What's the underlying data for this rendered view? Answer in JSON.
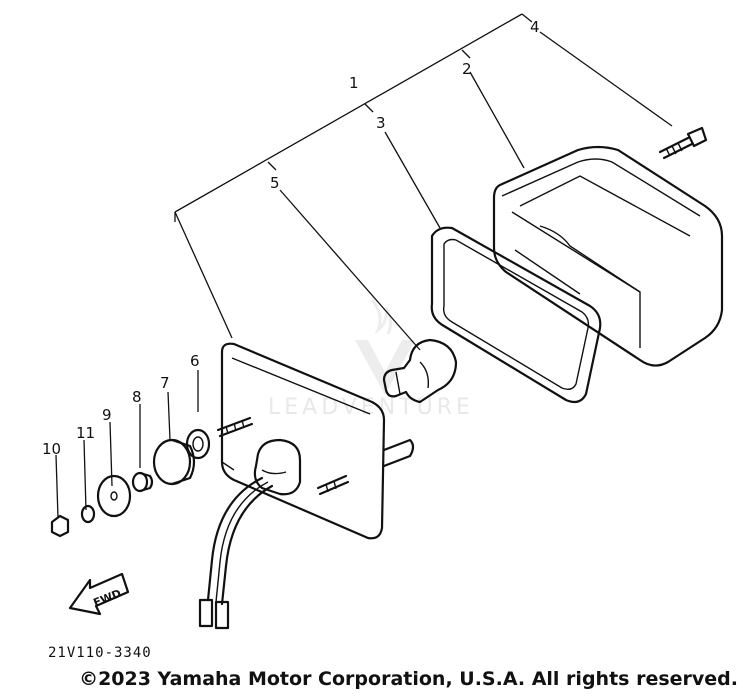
{
  "callouts": {
    "c1": "1",
    "c2": "2",
    "c3": "3",
    "c4": "4",
    "c5": "5",
    "c6": "6",
    "c7": "7",
    "c8": "8",
    "c9": "9",
    "c10": "10",
    "c11": "11"
  },
  "arrow_label": "FWD",
  "drawing_code": "21V110-3340",
  "copyright": "©2023 Yamaha Motor Corporation, U.S.A. All rights reserved.",
  "watermark": "LEADVENTURE"
}
